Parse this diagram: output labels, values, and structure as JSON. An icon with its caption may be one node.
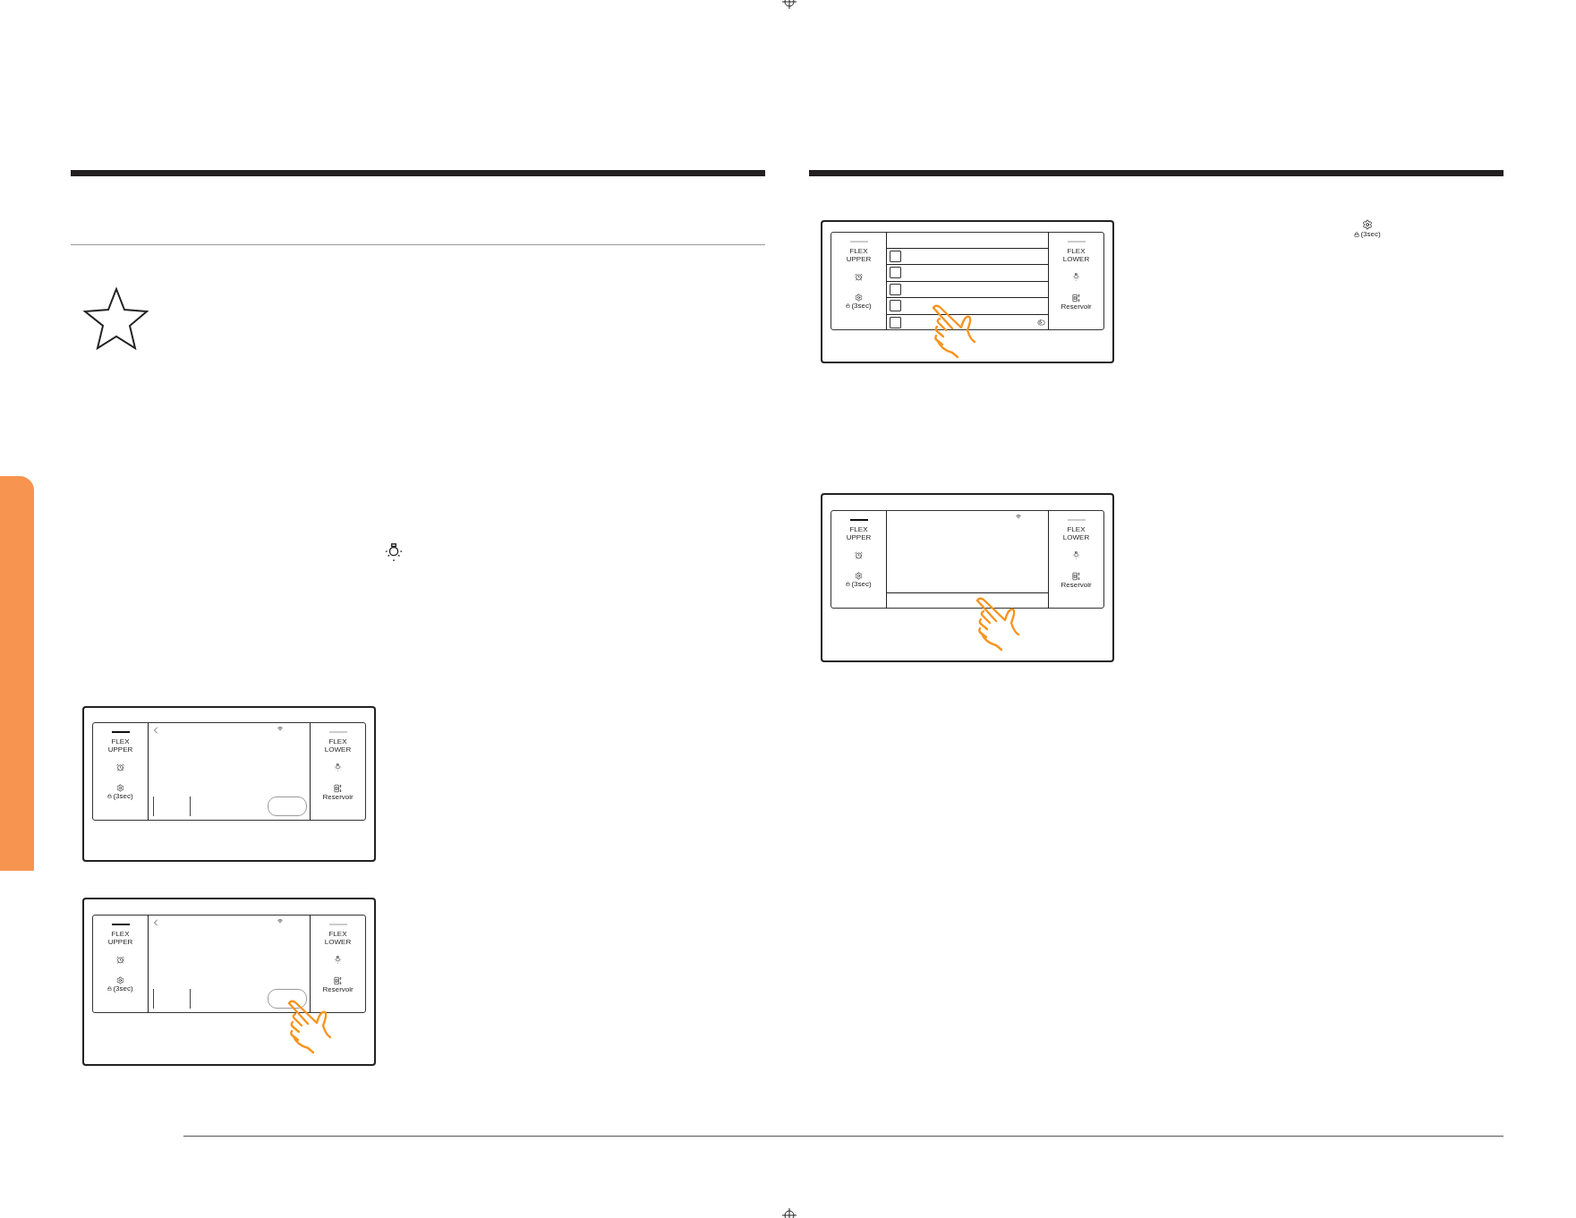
{
  "diagram": {
    "nodes": [
      {
        "text": [
          "FLEX UPPER",
          "(3sec)",
          "FLEX LOWER",
          "Reservoir"
        ]
      },
      {
        "text": [
          "FLEX UPPER",
          "(3sec)",
          "FLEX LOWER",
          "Reservoir"
        ]
      },
      {
        "text": [
          "FLEX UPPER",
          "(3sec)",
          "FLEX LOWER",
          "Reservoir"
        ]
      },
      {
        "text": [
          "FLEX UPPER",
          "(3sec)",
          "FLEX LOWER",
          "Reservoir"
        ]
      },
      {
        "text": [],
        "shape": "bar"
      }
    ],
    "labels": [
      "(3sec)"
    ]
  }
}
